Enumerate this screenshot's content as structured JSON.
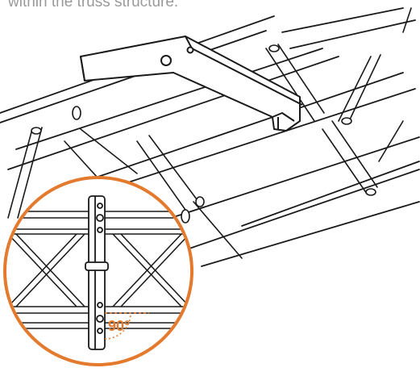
{
  "caption": "within the truss structure.",
  "inset": {
    "angle_label": "90°"
  },
  "colors": {
    "accent": "#e37a2e",
    "line": "#1a1a1a",
    "caption": "#9a9a9a"
  },
  "icons": [
    "bracket-clamp",
    "truss-frame",
    "angle-marker"
  ]
}
